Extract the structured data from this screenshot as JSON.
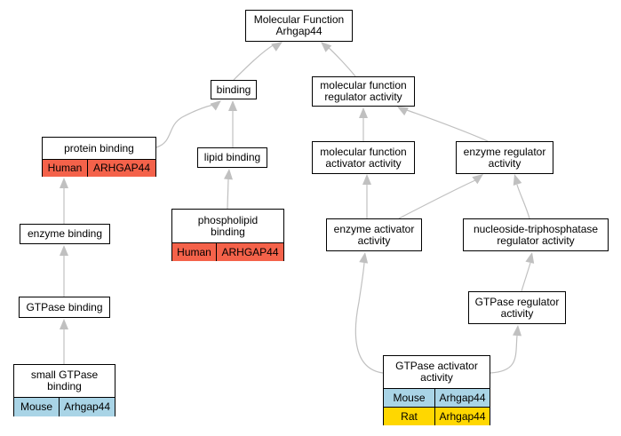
{
  "nodes": {
    "root": {
      "lines": [
        "Molecular Function",
        "Arhgap44"
      ]
    },
    "binding": {
      "lines": [
        "binding"
      ]
    },
    "mfra": {
      "lines": [
        "molecular function",
        "regulator activity"
      ]
    },
    "protein_binding": {
      "lines": [
        "protein binding"
      ],
      "orgs": [
        {
          "species": "Human",
          "gene": "ARHGAP44",
          "color": "#f4624a"
        }
      ]
    },
    "lipid_binding": {
      "lines": [
        "lipid binding"
      ]
    },
    "mfaa": {
      "lines": [
        "molecular function",
        "activator activity"
      ]
    },
    "era": {
      "lines": [
        "enzyme regulator",
        "activity"
      ]
    },
    "phospholipid_binding": {
      "lines": [
        "phospholipid",
        "binding"
      ],
      "orgs": [
        {
          "species": "Human",
          "gene": "ARHGAP44",
          "color": "#f4624a"
        }
      ]
    },
    "enzyme_binding": {
      "lines": [
        "enzyme binding"
      ]
    },
    "eaa": {
      "lines": [
        "enzyme activator",
        "activity"
      ]
    },
    "ntpra": {
      "lines": [
        "nucleoside-triphosphatase",
        "regulator activity"
      ]
    },
    "gtpase_binding": {
      "lines": [
        "GTPase binding"
      ]
    },
    "gtpase_reg": {
      "lines": [
        "GTPase regulator",
        "activity"
      ]
    },
    "small_gtpase": {
      "lines": [
        "small GTPase",
        "binding"
      ],
      "orgs": [
        {
          "species": "Mouse",
          "gene": "Arhgap44",
          "color": "#a9d4e6"
        }
      ]
    },
    "gtpase_act": {
      "lines": [
        "GTPase activator",
        "activity"
      ],
      "orgs": [
        {
          "species": "Mouse",
          "gene": "Arhgap44",
          "color": "#a9d4e6"
        },
        {
          "species": "Rat",
          "gene": "Arhgap44",
          "color": "#ffd700"
        }
      ]
    }
  },
  "edges": [
    [
      "binding",
      "root"
    ],
    [
      "mfra",
      "root"
    ],
    [
      "protein_binding",
      "binding"
    ],
    [
      "lipid_binding",
      "binding"
    ],
    [
      "mfaa",
      "mfra"
    ],
    [
      "era",
      "mfra"
    ],
    [
      "phospholipid_binding",
      "lipid_binding"
    ],
    [
      "eaa",
      "mfaa"
    ],
    [
      "eaa",
      "era"
    ],
    [
      "ntpra",
      "era"
    ],
    [
      "enzyme_binding",
      "protein_binding"
    ],
    [
      "gtpase_binding",
      "enzyme_binding"
    ],
    [
      "small_gtpase",
      "gtpase_binding"
    ],
    [
      "gtpase_reg",
      "ntpra"
    ],
    [
      "gtpase_act",
      "eaa"
    ],
    [
      "gtpase_act",
      "gtpase_reg"
    ]
  ],
  "colors": {
    "edge": "#c0c0c0",
    "border": "#000000"
  }
}
